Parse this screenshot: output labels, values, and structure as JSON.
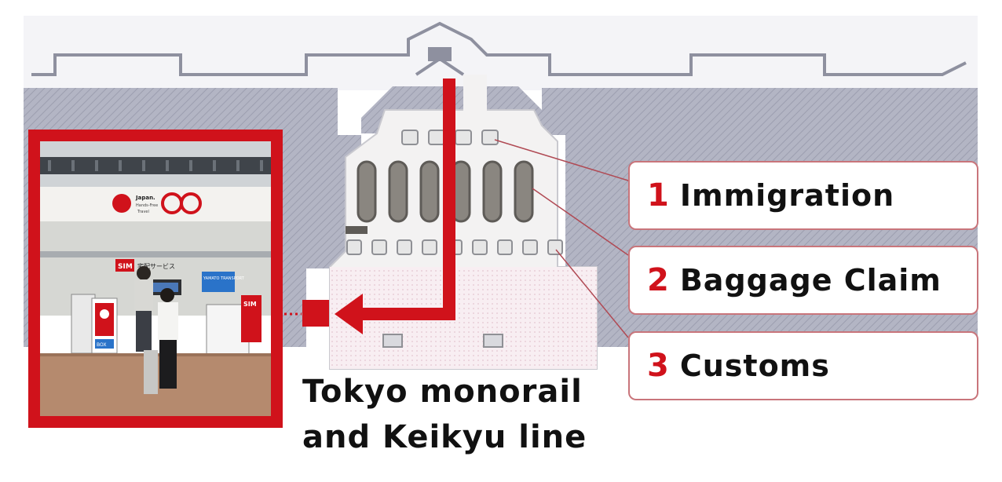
{
  "callouts": [
    {
      "number": "1",
      "label": "Immigration"
    },
    {
      "number": "2",
      "label": "Baggage Claim"
    },
    {
      "number": "3",
      "label": "Customs"
    }
  ],
  "destination": {
    "line1": "Tokyo monorail",
    "line2": "and Keikyu line"
  },
  "photo_signs": {
    "brand_top": "Japan.",
    "brand_sub1": "Hands-Free",
    "brand_sub2": "Travel",
    "sim": "SIM",
    "sim_small": "SIM",
    "takuhai": "宅配サービス",
    "box": "BOX",
    "yamato": "YAMATO TRANSPORT"
  },
  "colors": {
    "accent": "#d0121b",
    "callout_border": "#c9757b",
    "wall": "#a7a9b9"
  }
}
